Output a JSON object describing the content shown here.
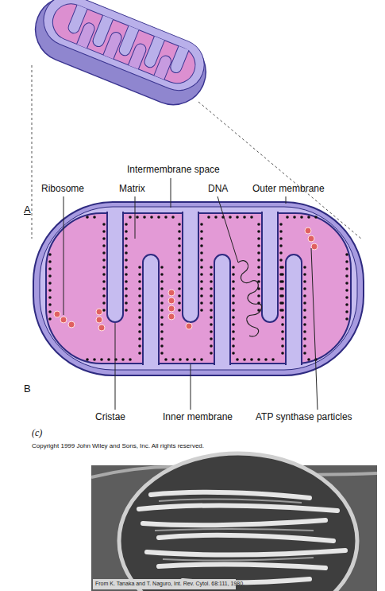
{
  "diagram": {
    "labels": [
      "Intermembrane space",
      "Ribosome",
      "Matrix",
      "DNA",
      "Outer membrane",
      "Cristae",
      "Inner membrane",
      "ATP synthase particles",
      "(c)",
      "Copyright 1999 John Wiley and Sons, Inc. All rights reserved.",
      "From K. Tanaka and T. Naguro, Int. Rev. Cytol. 68:111, 1980.",
      "A",
      "B"
    ]
  }
}
